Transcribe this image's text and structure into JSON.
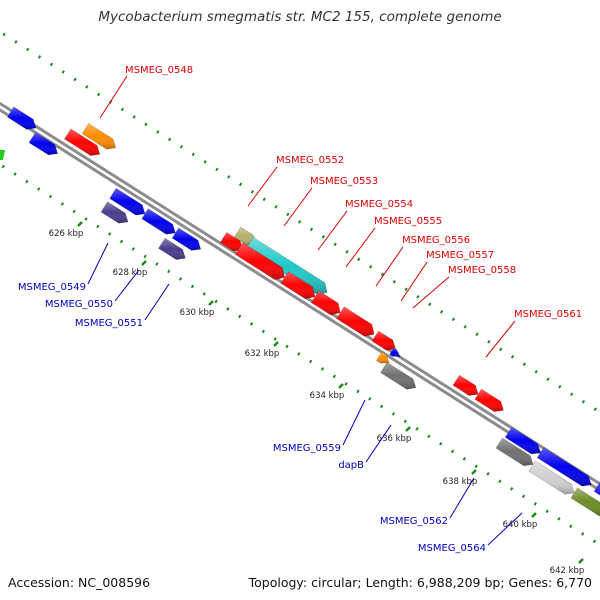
{
  "title": "Mycobacterium smegmatis str. MC2 155, complete genome",
  "footer": {
    "accession": "Accession: NC_008596",
    "topology": "Topology: circular; Length: 6,988,209 bp; Genes: 6,770"
  },
  "colors": {
    "forward_label": "#dd0000",
    "reverse_label": "#0000bb",
    "backbone": "#8c8c8c",
    "tick_marks": "#1a8a1a"
  },
  "kbp_labels": [
    "626 kbp",
    "628 kbp",
    "630 kbp",
    "632 kbp",
    "634 kbp",
    "636 kbp",
    "638 kbp",
    "640 kbp",
    "642 kbp"
  ],
  "genes_forward": [
    {
      "label": "MSMEG_0548",
      "color": "#ff8c00"
    },
    {
      "label": "MSMEG_0552",
      "color": "#b8b070"
    },
    {
      "label": "MSMEG_0553",
      "color": "#20c8c8"
    },
    {
      "label": "MSMEG_0554",
      "color": "#ff0000"
    },
    {
      "label": "MSMEG_0555",
      "color": "#ff0000"
    },
    {
      "label": "MSMEG_0556",
      "color": "#ff0000"
    },
    {
      "label": "MSMEG_0557",
      "color": "#ff0000"
    },
    {
      "label": "MSMEG_0558",
      "color": "#ff0000"
    },
    {
      "label": "MSMEG_0561",
      "color": "#ff0000"
    }
  ],
  "genes_reverse": [
    {
      "label": "MSMEG_0549",
      "color": "#0000ee"
    },
    {
      "label": "MSMEG_0550",
      "color": "#4b3c8c"
    },
    {
      "label": "MSMEG_0551",
      "color": "#4b3c8c"
    },
    {
      "label": "MSMEG_0559",
      "color": "#ff8c00"
    },
    {
      "label": "dapB",
      "color": "#0000ee"
    },
    {
      "label": "MSMEG_0562",
      "color": "#707070"
    },
    {
      "label": "MSMEG_0564",
      "color": "#6e8c28"
    }
  ]
}
